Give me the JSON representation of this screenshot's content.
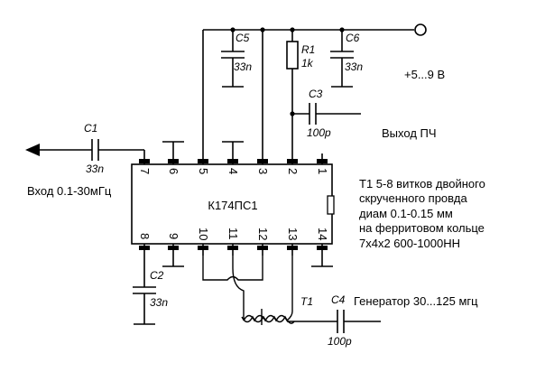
{
  "chip": {
    "name": "К174ПС1",
    "top_pins": [
      "7",
      "6",
      "5",
      "4",
      "3",
      "2",
      "1"
    ],
    "bottom_pins": [
      "8",
      "9",
      "10",
      "11",
      "12",
      "13",
      "14"
    ]
  },
  "components": {
    "c1": {
      "ref": "C1",
      "value": "33n"
    },
    "c2": {
      "ref": "C2",
      "value": "33n"
    },
    "c3": {
      "ref": "C3",
      "value": "100p"
    },
    "c4": {
      "ref": "C4",
      "value": "100p"
    },
    "c5": {
      "ref": "C5",
      "value": "33n"
    },
    "c6": {
      "ref": "C6",
      "value": "33n"
    },
    "r1": {
      "ref": "R1",
      "value": "1k"
    },
    "t1": {
      "ref": "T1"
    }
  },
  "labels": {
    "supply": "+5...9 В",
    "if_out": "Выход ПЧ",
    "input": "Вход 0.1-30мГц",
    "generator": "Генератор 30...125 мгц"
  },
  "note": [
    "T1 5-8 витков двойного",
    "скрученного провда",
    "диам 0.1-0.15 мм",
    "на ферритовом кольце",
    "7x4x2  600-1000НН"
  ]
}
